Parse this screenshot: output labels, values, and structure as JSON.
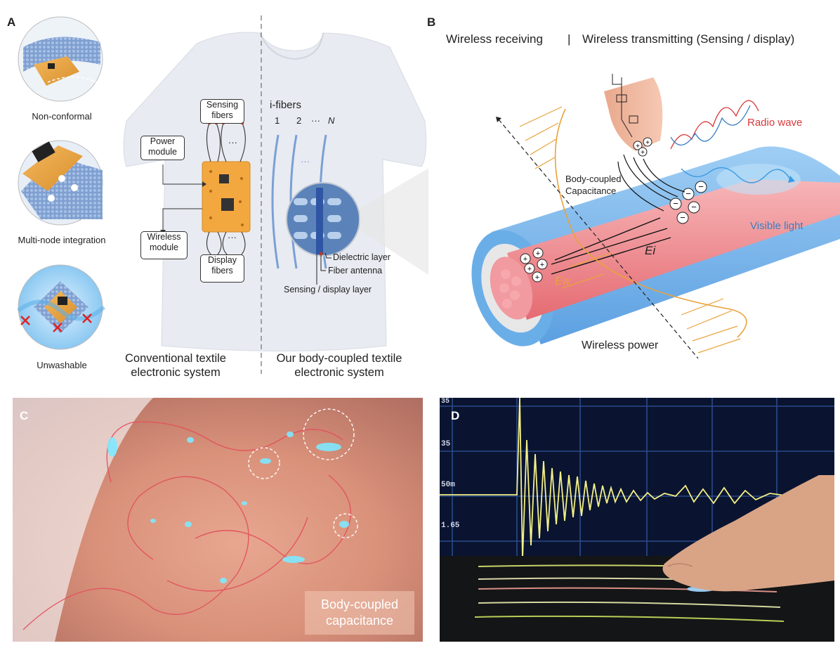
{
  "panel_a": {
    "letter": "A",
    "insets": [
      {
        "caption": "Non-conformal"
      },
      {
        "caption": "Multi-node integration"
      },
      {
        "caption": "Unwashable"
      }
    ],
    "conventional": {
      "sensing_box": "Sensing fibers",
      "power_box": "Power module",
      "wireless_box": "Wireless module",
      "display_box": "Display fibers",
      "dots": "···",
      "caption": "Conventional textile electronic system"
    },
    "ours": {
      "title": "i-fibers",
      "index_1": "1",
      "index_2": "2",
      "index_dots": "···",
      "index_n": "N",
      "middle_dots": "···",
      "dielectric": "Dielectric layer",
      "antenna": "Fiber antenna",
      "sensing_display": "Sensing / display layer",
      "caption": "Our body-coupled textile electronic system"
    }
  },
  "panel_b": {
    "letter": "B",
    "header_left": "Wireless receiving",
    "header_sep": "|",
    "header_right": "Wireless transmitting (Sensing / display)",
    "radio_wave": "Radio wave",
    "body_coupled": "Body-coupled Capacitance",
    "visible_light": "Visible light",
    "ei": "Ei",
    "ew": "Ew",
    "wireless_power": "Wireless power",
    "colors": {
      "orange": "#e9a23b",
      "red": "#d9383a",
      "blue": "#3b7ec2"
    }
  },
  "panel_c": {
    "letter": "C",
    "label": "Body-coupled capacitance"
  },
  "panel_d": {
    "letter": "D",
    "ticks": [
      "35",
      "35",
      "50m",
      "1.65"
    ]
  }
}
